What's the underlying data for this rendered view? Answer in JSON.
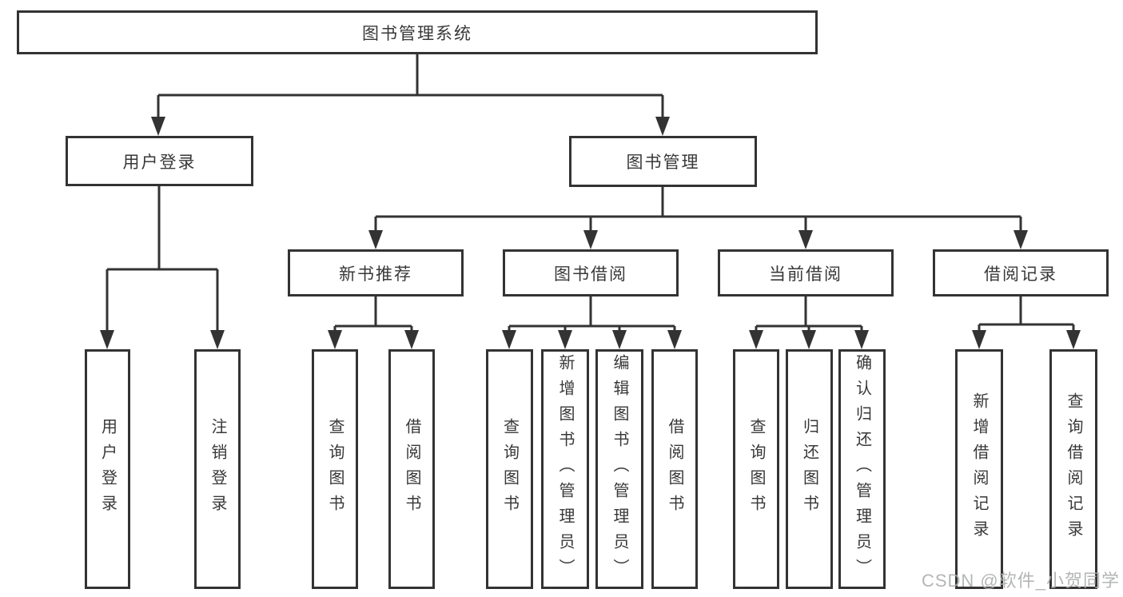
{
  "diagram": {
    "title": "图书管理系统",
    "nodes": {
      "root": "图书管理系统",
      "user_login": "用户登录",
      "book_management": "图书管理",
      "new_book_recommendation": "新书推荐",
      "book_borrowing": "图书借阅",
      "current_borrowing": "当前借阅",
      "borrowing_records": "借阅记录"
    },
    "leaves": {
      "user_login": "用户登录",
      "logout": "注销登录",
      "nb_query": "查询图书",
      "nb_borrow": "借阅图书",
      "bb_query": "查询图书",
      "bb_add": "新增图书（管理员）",
      "bb_edit": "编辑图书（管理员）",
      "bb_borrow": "借阅图书",
      "cb_query": "查询图书",
      "cb_return": "归还图书",
      "cb_confirm": "确认归还（管理员）",
      "br_add": "新增借阅记录",
      "br_query": "查询借阅记录"
    },
    "colors": {
      "line": "#333333",
      "box_border": "#333333",
      "text": "#383838",
      "watermark": "#acaeae"
    }
  },
  "watermark": "CSDN @软件_小贺同学"
}
